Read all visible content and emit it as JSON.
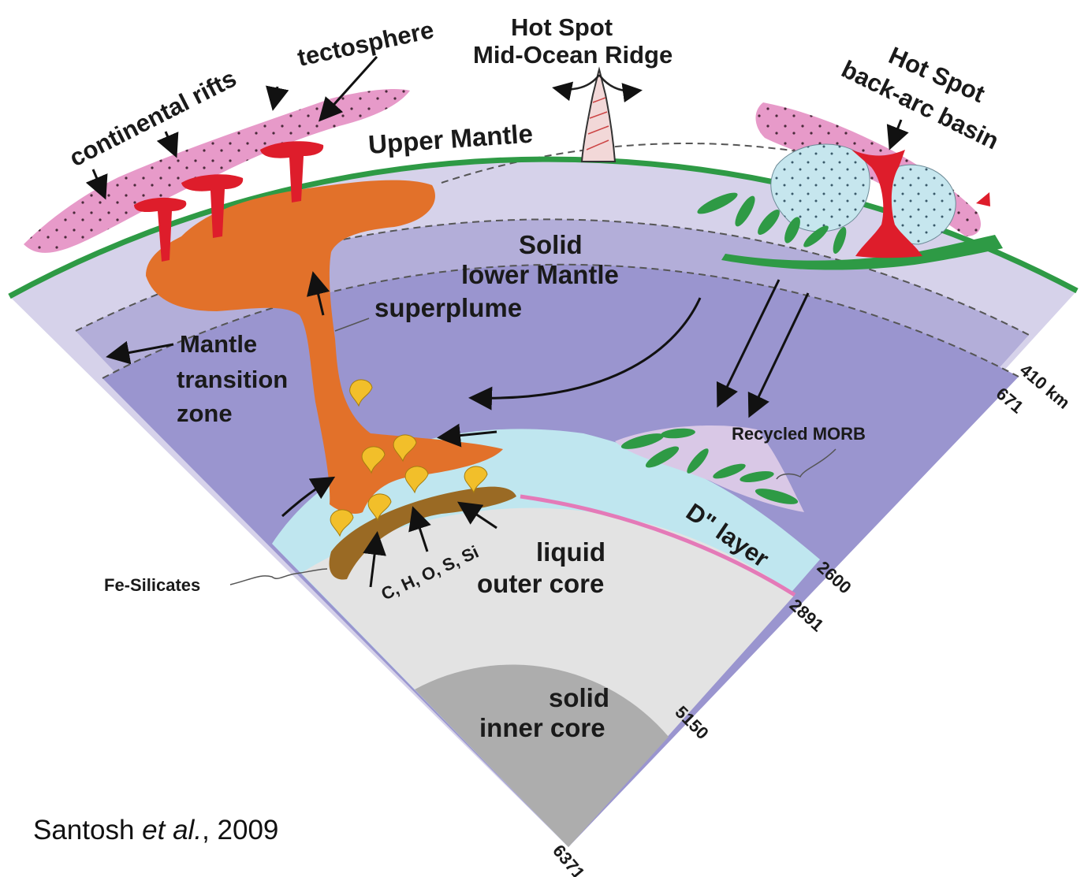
{
  "labels": {
    "continental_rifts": "continental rifts",
    "tectosphere": "tectosphere",
    "hot_spot_ridge_1": "Hot Spot",
    "hot_spot_ridge_2": "Mid-Ocean Ridge",
    "hot_spot_backarc_1": "Hot Spot",
    "hot_spot_backarc_2": "back-arc basin",
    "upper_mantle": "Upper Mantle",
    "lower_mantle_1": "Solid",
    "lower_mantle_2": "lower Mantle",
    "superplume": "superplume",
    "transition_1": "Mantle",
    "transition_2": "transition",
    "transition_3": "zone",
    "recycled_morb": "Recycled MORB",
    "d_layer": "D\" layer",
    "fe_silicates": "Fe-Silicates",
    "elements": "C, H, O, S, Si",
    "outer_core_1": "liquid",
    "outer_core_2": "outer core",
    "inner_core_1": "solid",
    "inner_core_2": "inner core"
  },
  "depths": {
    "d410": "410 km",
    "d671": "671",
    "d2600": "2600",
    "d2891": "2891",
    "d5150": "5150",
    "d6371": "6371"
  },
  "citation": {
    "author": "Santosh",
    "etal": "et al.",
    "year": ", 2009"
  },
  "colors": {
    "upper_mantle": "#d6d2ea",
    "transition_zone": "#b3aed9",
    "lower_mantle": "#9a95cf",
    "d_layer": "#bfe6ef",
    "outer_core": "#e3e3e3",
    "inner_core": "#adadad",
    "continent": "#e79ac9",
    "plume": "#e2712a",
    "hot_spot_red": "#de1d2b",
    "slab_green": "#2e9a45",
    "iron_silicate": "#9a6a24",
    "blobs_yellow": "#f2bf2a"
  }
}
